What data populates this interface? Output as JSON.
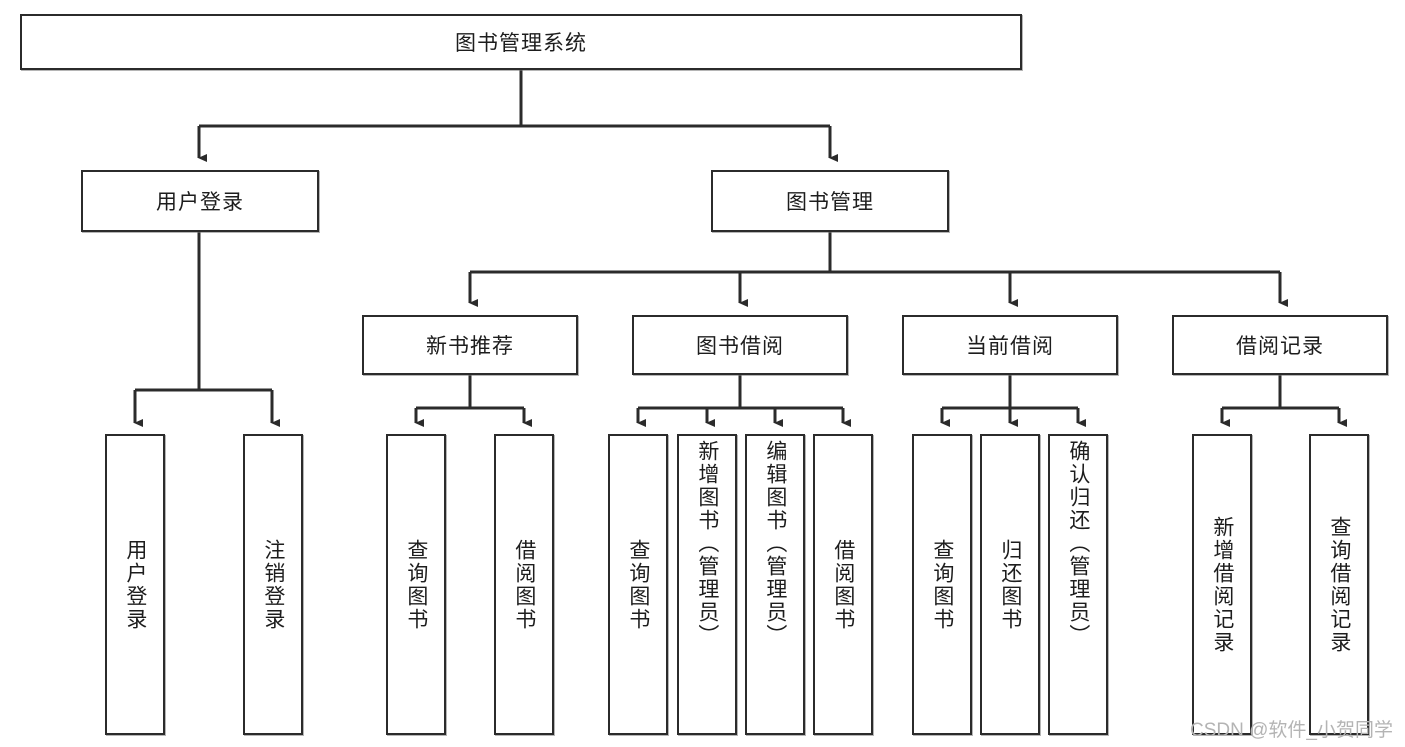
{
  "diagram": {
    "type": "tree",
    "title": "图书管理系统",
    "watermark": "CSDN @软件_小贺同学",
    "colors": {
      "box_border": "#2b2b2b",
      "box_fill": "#ffffff",
      "edge": "#2b2b2b",
      "text": "#1d1d1d",
      "watermark": "#b4b4b4"
    },
    "nodes": {
      "root": {
        "label": "图书管理系统",
        "level": 1
      },
      "l2": [
        {
          "id": "user_login",
          "label": "用户登录",
          "level": 2
        },
        {
          "id": "book_manage",
          "label": "图书管理",
          "level": 2
        }
      ],
      "l3": [
        {
          "id": "new_book_rec",
          "label": "新书推荐",
          "level": 3,
          "parent": "book_manage"
        },
        {
          "id": "book_borrow",
          "label": "图书借阅",
          "level": 3,
          "parent": "book_manage"
        },
        {
          "id": "current_borrow",
          "label": "当前借阅",
          "level": 3,
          "parent": "book_manage"
        },
        {
          "id": "borrow_record",
          "label": "借阅记录",
          "level": 3,
          "parent": "book_manage"
        }
      ],
      "leaves": [
        {
          "id": "leaf_user_login",
          "label": "用户登录",
          "parent": "user_login",
          "align": "center"
        },
        {
          "id": "leaf_user_logout",
          "label": "注销登录",
          "parent": "user_login",
          "align": "center"
        },
        {
          "id": "leaf_rec_query",
          "label": "查询图书",
          "parent": "new_book_rec",
          "align": "center"
        },
        {
          "id": "leaf_rec_borrow",
          "label": "借阅图书",
          "parent": "new_book_rec",
          "align": "center"
        },
        {
          "id": "leaf_bb_query",
          "label": "查询图书",
          "parent": "book_borrow",
          "align": "center"
        },
        {
          "id": "leaf_bb_add",
          "label": "新增图书（管理员）",
          "parent": "book_borrow",
          "align": "top"
        },
        {
          "id": "leaf_bb_edit",
          "label": "编辑图书（管理员）",
          "parent": "book_borrow",
          "align": "top"
        },
        {
          "id": "leaf_bb_borrow",
          "label": "借阅图书",
          "parent": "book_borrow",
          "align": "center"
        },
        {
          "id": "leaf_cb_query",
          "label": "查询图书",
          "parent": "current_borrow",
          "align": "center"
        },
        {
          "id": "leaf_cb_return",
          "label": "归还图书",
          "parent": "current_borrow",
          "align": "center"
        },
        {
          "id": "leaf_cb_confirm",
          "label": "确认归还（管理员）",
          "parent": "current_borrow",
          "align": "top"
        },
        {
          "id": "leaf_br_add",
          "label": "新增借阅记录",
          "parent": "borrow_record",
          "align": "center"
        },
        {
          "id": "leaf_br_query",
          "label": "查询借阅记录",
          "parent": "borrow_record",
          "align": "center"
        }
      ]
    }
  }
}
